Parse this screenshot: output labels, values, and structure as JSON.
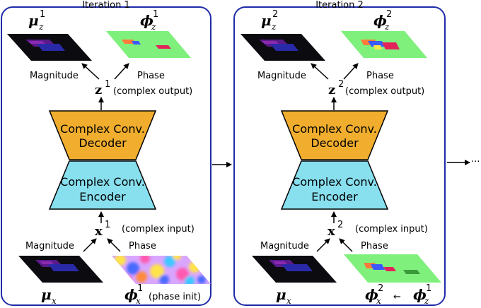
{
  "panels": [
    {
      "title": "Iteration 1",
      "top_left_symbol": "μ",
      "top_left_sub": "z",
      "top_left_sup": "1",
      "top_right_symbol": "ϕ",
      "top_right_sub": "z",
      "top_right_sup": "1",
      "magnitude_label": "Magnitude",
      "phase_label": "Phase",
      "z_symbol": "z",
      "z_sup": "1",
      "output_note": "(complex output)",
      "decoder_line1": "Complex Conv.",
      "decoder_line2": "Decoder",
      "encoder_line1": "Complex Conv.",
      "encoder_line2": "Encoder",
      "x_symbol": "x",
      "x_sup": "1",
      "input_note": "(complex input)",
      "in_magnitude_label": "Magnitude",
      "in_phase_label": "Phase",
      "bottom_left_symbol": "μ",
      "bottom_left_sub": "x",
      "bottom_right_symbol": "ϕ",
      "bottom_right_sub": "x",
      "bottom_right_sup": "1",
      "bottom_note": "(phase init)"
    },
    {
      "title": "Iteration 2",
      "top_left_symbol": "μ",
      "top_left_sub": "z",
      "top_left_sup": "2",
      "top_right_symbol": "ϕ",
      "top_right_sub": "z",
      "top_right_sup": "2",
      "magnitude_label": "Magnitude",
      "phase_label": "Phase",
      "z_symbol": "z",
      "z_sup": "2",
      "output_note": "(complex output)",
      "decoder_line1": "Complex Conv.",
      "decoder_line2": "Decoder",
      "encoder_line1": "Complex Conv.",
      "encoder_line2": "Encoder",
      "x_symbol": "x",
      "x_sup": "2",
      "input_note": "(complex input)",
      "in_magnitude_label": "Magnitude",
      "in_phase_label": "Phase",
      "bottom_left_symbol": "μ",
      "bottom_left_sub": "x",
      "bottom_right_symbol": "ϕ",
      "bottom_right_sub": "x",
      "bottom_right_sup": "2",
      "feedback_arrow": "←",
      "feedback_symbol": "ϕ",
      "feedback_sub": "z",
      "feedback_sup": "1"
    }
  ],
  "continuation": "···",
  "colors": {
    "panel_border": "#1f2ca8",
    "decoder_fill": "#f0ad2e",
    "encoder_fill": "#88e0ef",
    "magnitude_bg": "#0b0b10",
    "phase_bg": "#7ff07c"
  }
}
